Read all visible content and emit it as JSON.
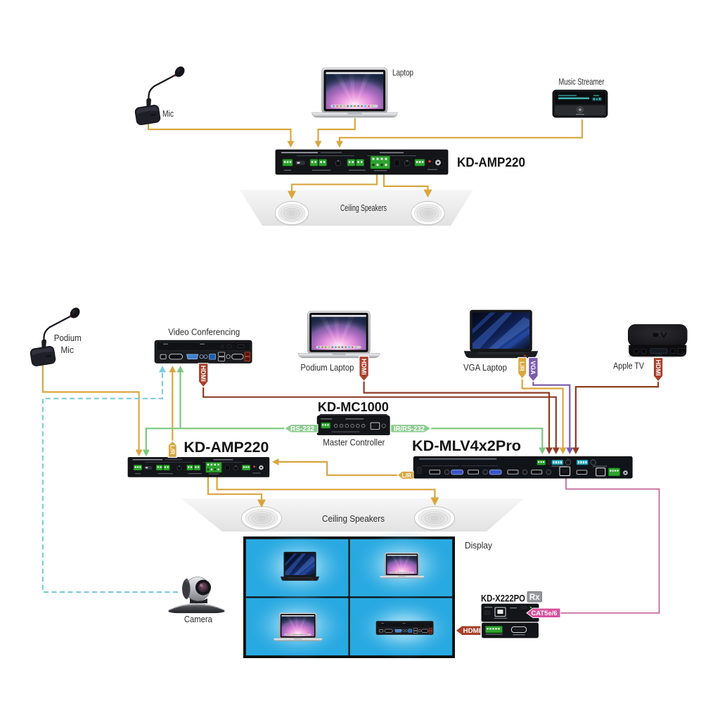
{
  "diagram": {
    "top_section": {
      "mic_label": "Mic",
      "laptop_label": "Laptop",
      "music_streamer_label": "Music Streamer",
      "amplifier_model": "KD-AMP220",
      "ceiling_speakers_label": "Ceiling Speakers"
    },
    "bottom_section": {
      "podium_mic_label_line1": "Podium",
      "podium_mic_label_line2": "Mic",
      "video_conferencing_label": "Video Conferencing",
      "podium_laptop_label": "Podium Laptop",
      "vga_laptop_label": "VGA Laptop",
      "apple_tv_label": "Apple TV",
      "controller_model": "KD-MC1000",
      "controller_name": "Master Controller",
      "amplifier_model": "KD-AMP220",
      "matrix_switcher_model": "KD-MLV4x2Pro",
      "ceiling_speakers_label": "Ceiling Speakers",
      "display_label": "Display",
      "camera_label": "Camera",
      "receiver_model": "KD-X222PO",
      "receiver_direction_badge": "Rx"
    },
    "cable_badges": {
      "hdmi": "HDMI",
      "audio_lr": "L/R",
      "vga": "VGA",
      "rs232": "RS-232",
      "ir_rs232": "IR/RS-232",
      "cat5e6": "CAT5e/6"
    },
    "colors": {
      "audio_cable": "#D9A63E",
      "hdmi_cable": "#8E3B26",
      "hdmi_badge": "#A8402A",
      "control_cable": "#7CC77E",
      "vga_cable": "#7B5CAD",
      "cat5_cable": "#C4639A",
      "cat5_badge": "#D6519D",
      "usb_cable": "#7CCBDE",
      "display_screen": "#29A9E1"
    }
  }
}
